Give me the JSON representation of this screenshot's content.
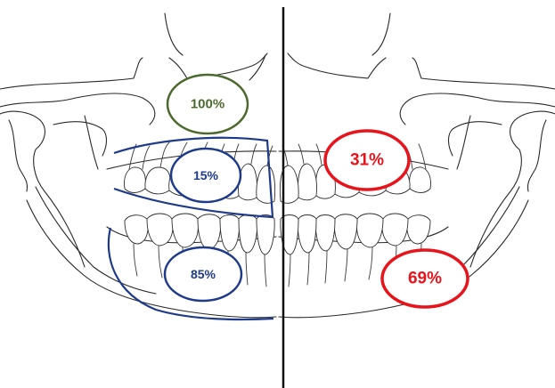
{
  "colors": {
    "line_art": "#2a2a2a",
    "midline": "#111111",
    "green": "#4d6a2e",
    "blue": "#1e3a8a",
    "red": "#e8141c"
  },
  "left_side": {
    "top_label": "100%",
    "upper_label": "15%",
    "lower_label": "85%"
  },
  "right_side": {
    "upper_label": "31%",
    "lower_label": "69%"
  }
}
